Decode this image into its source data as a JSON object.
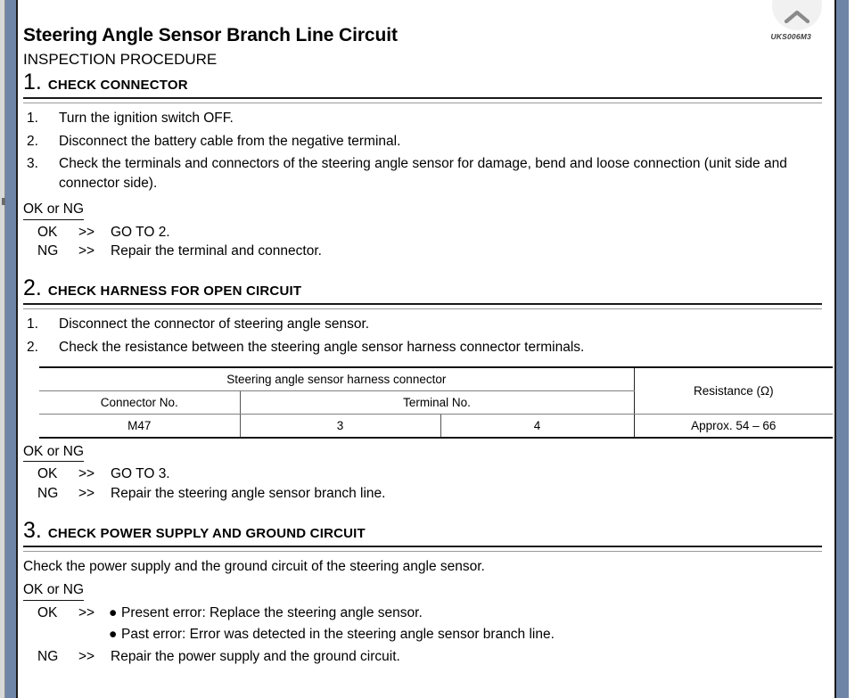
{
  "document": {
    "title": "Steering Angle Sensor Branch Line Circuit",
    "reference_code": "UKS006M3",
    "section_label": "INSPECTION PROCEDURE"
  },
  "controls": {
    "collapse_button": "chevron-up",
    "collapse_color": "#8a8a8a",
    "collapse_bg": "#f1f1f1"
  },
  "colors": {
    "page_edge": "#6e85a8",
    "rule_dark": "#1a1a1a",
    "rule_light": "#9a9a9a",
    "text": "#000000"
  },
  "steps": [
    {
      "number": "1.",
      "title": "CHECK CONNECTOR",
      "items": [
        {
          "n": "1.",
          "text": "Turn the ignition switch OFF."
        },
        {
          "n": "2.",
          "text": "Disconnect the battery cable from the negative terminal."
        },
        {
          "n": "3.",
          "text": "Check the terminals and connectors of the steering angle sensor for damage, bend and loose connection (unit side and connector side)."
        }
      ],
      "okng_label": "OK or NG",
      "verdicts": [
        {
          "key": "OK",
          "arrow": ">>",
          "text": "GO TO 2."
        },
        {
          "key": "NG",
          "arrow": ">>",
          "text": "Repair the terminal and connector."
        }
      ]
    },
    {
      "number": "2.",
      "title": "CHECK HARNESS FOR OPEN CIRCUIT",
      "items": [
        {
          "n": "1.",
          "text": "Disconnect the connector of steering angle sensor."
        },
        {
          "n": "2.",
          "text": "Check the resistance between the steering angle sensor harness connector terminals."
        }
      ],
      "okng_label": "OK or NG",
      "verdicts": [
        {
          "key": "OK",
          "arrow": ">>",
          "text": "GO TO 3."
        },
        {
          "key": "NG",
          "arrow": ">>",
          "text": "Repair the steering angle sensor branch line."
        }
      ]
    },
    {
      "number": "3.",
      "title": "CHECK POWER SUPPLY AND GROUND CIRCUIT",
      "body": "Check the power supply and the ground circuit of the steering angle sensor.",
      "okng_label": "OK or NG",
      "verdicts": [
        {
          "key": "OK",
          "arrow": ">>",
          "bullet": "●",
          "text": "Present error: Replace the steering angle sensor."
        },
        {
          "key": "NG",
          "arrow": ">>",
          "text": "Repair the power supply and the ground circuit."
        }
      ],
      "verdict_sub": {
        "bullet": "●",
        "text": "Past error: Error was detected in the steering angle sensor branch line."
      }
    }
  ],
  "table": {
    "group_header": "Steering angle sensor harness connector",
    "resistance_header": "Resistance (Ω)",
    "sub_headers": [
      "Connector No.",
      "Terminal No."
    ],
    "row": {
      "connector_no": "M47",
      "terminal_a": "3",
      "terminal_b": "4",
      "resistance": "Approx. 54 – 66"
    }
  }
}
